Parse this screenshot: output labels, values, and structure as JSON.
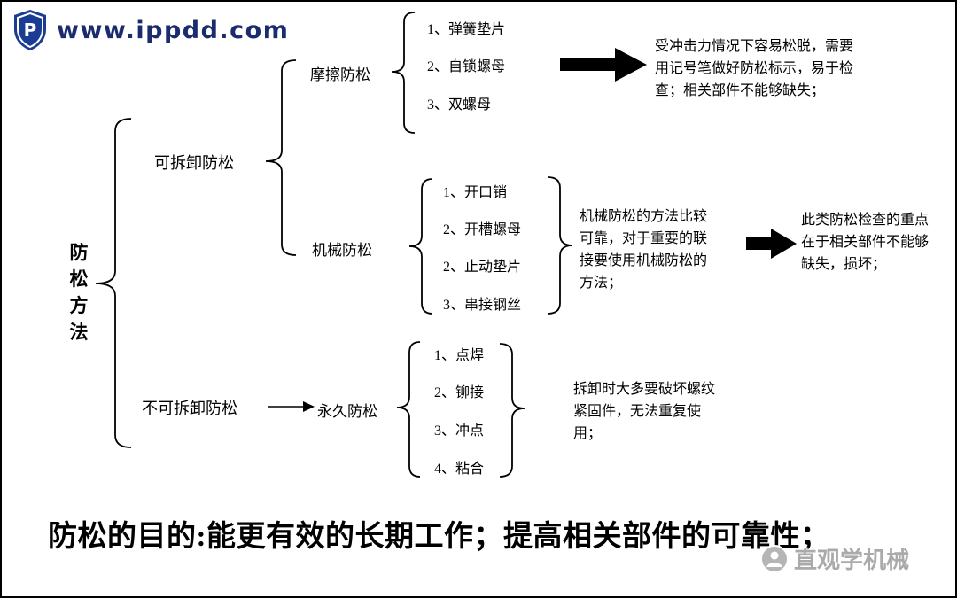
{
  "logo": {
    "site_text": "www.ippdd.com",
    "icon": "shield-p-logo"
  },
  "colors": {
    "brand_navy": "#1b2c6e",
    "diagram_ink": "#000000",
    "watermark_gray": "#aaaaaa"
  },
  "tree": {
    "root": "防松方法",
    "detachable": {
      "label": "可拆卸防松",
      "friction": {
        "label": "摩擦防松",
        "items": [
          "1、弹簧垫片",
          "2、自锁螺母",
          "3、双螺母"
        ],
        "note": "受冲击力情况下容易松脱，需要用记号笔做好防松标示，易于检查；相关部件不能够缺失；"
      },
      "mechanical": {
        "label": "机械防松",
        "items": [
          "1、开口销",
          "2、开槽螺母",
          "2、止动垫片",
          "3、串接钢丝"
        ],
        "note": "机械防松的方法比较可靠，对于重要的联接要使用机械防松的方法；",
        "check_note": "此类防松检查的重点在于相关部件不能够缺失，损坏；"
      }
    },
    "non_detachable": {
      "label": "不可拆卸防松",
      "permanent": {
        "label": "永久防松",
        "items": [
          "1、点焊",
          "2、铆接",
          "3、冲点",
          "4、粘合"
        ],
        "note": "拆卸时大多要破坏螺纹紧固件，无法重复使用；"
      }
    }
  },
  "footer": {
    "headline": "防松的目的:能更有效的长期工作；提高相关部件的可靠性；"
  },
  "watermark": {
    "text": "直观学机械",
    "icon": "circle-badge"
  }
}
